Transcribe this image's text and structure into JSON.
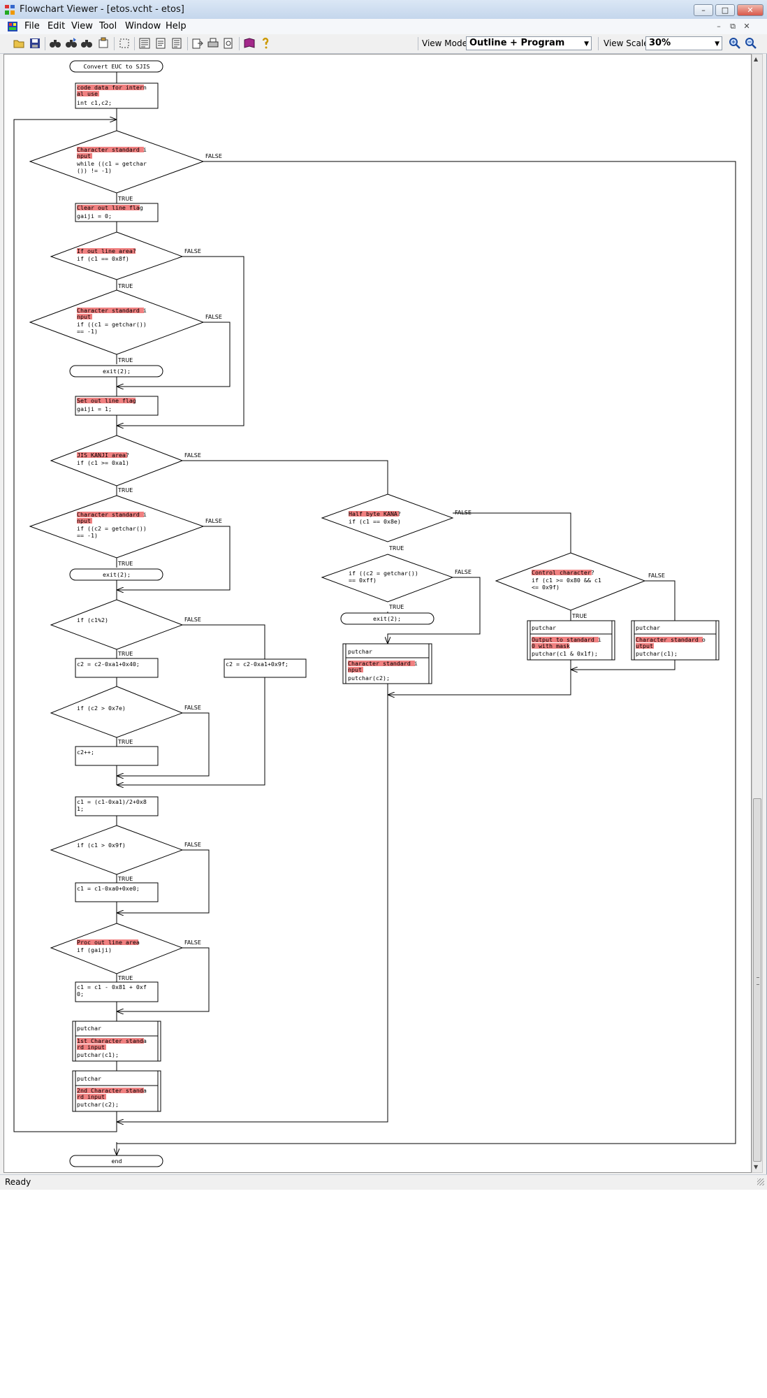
{
  "window": {
    "title": "Flowchart Viewer - [etos.vcht - etos]",
    "minimize_icon": "minimize-icon",
    "maximize_icon": "maximize-icon",
    "close_icon": "close-icon"
  },
  "menu": {
    "items": [
      "File",
      "Edit",
      "View",
      "Tool",
      "Window",
      "Help"
    ]
  },
  "toolbar": {
    "view_mode_label": "View Mode",
    "view_mode_value": "Outline + Program",
    "view_scale_label": "View Scale",
    "view_scale_value": "30%",
    "icons": [
      "open-icon",
      "save-icon",
      "find-icon",
      "find-next-icon",
      "replace-icon",
      "properties-icon",
      "select-icon",
      "outline-icon",
      "page-icon",
      "page-program-icon",
      "export-icon",
      "print-icon",
      "print-preview-icon",
      "book-icon",
      "help-icon",
      "zoom-in-icon",
      "zoom-out-icon"
    ]
  },
  "status": {
    "text": "Ready"
  },
  "flowchart": {
    "terminals": {
      "start": "Convert EUC to SJIS",
      "exit1": "exit(2);",
      "exit2": "exit(2);",
      "exit3": "exit(2);",
      "end": "end"
    },
    "branch": {
      "true": "TRUE",
      "false": "FALSE"
    },
    "nodes": {
      "decl_comment1": "code data for intern",
      "decl_comment2": "al use",
      "decl_code": "int c1,c2;",
      "while_c1": "Character standard i",
      "while_c2": "nput",
      "while_code1": "while ((c1 = getchar",
      "while_code2": "()) != -1)",
      "clear_comment": "Clear out line flag",
      "clear_code": "gaiji = 0;",
      "outline_c": "If out line area?",
      "outline_code": "if (c1 == 0x8f)",
      "in1_c1": "Character standard i",
      "in1_c2": "nput",
      "in1_code1": "if ((c1 = getchar())",
      "in1_code2": " == -1)",
      "set_comment": "Set out line flag",
      "set_code": "gaiji = 1;",
      "jis_c": "JIS KANJI area?",
      "jis_code": "if (c1 >= 0xa1)",
      "in2_c1": "Character standard i",
      "in2_c2": "nput",
      "in2_code1": "if ((c2 = getchar())",
      "in2_code2": " == -1)",
      "odd_code": "if (c1%2)",
      "c2a_code": "c2 = c2-0xa1+0x40;",
      "c2b_code": "c2 = c2-0xa1+0x9f;",
      "c2gt_code": "if (c2 > 0x7e)",
      "c2inc_code": "c2++;",
      "c1calc_code1": "c1 = (c1-0xa1)/2+0x8",
      "c1calc_code2": "1;",
      "c1gt_code": "if (c1 > 0x9f)",
      "c1adj_code": "c1 = c1-0xa0+0xe0;",
      "proc_c": "Proc out line area",
      "proc_code": "if (gaiji)",
      "c1sub_code1": "c1 = c1 - 0x81 + 0xf",
      "c1sub_code2": "0;",
      "put1_head": "putchar",
      "put1_c1": "1st Character standa",
      "put1_c2": "rd input",
      "put1_code": "putchar(c1);",
      "put2_head": "putchar",
      "put2_c1": "2nd Character standa",
      "put2_c2": "rd input",
      "put2_code": "putchar(c2);",
      "kana_c": "Half byte KANA?",
      "kana_code": "if (c1 == 0x8e)",
      "ff_code1": "if ((c2 = getchar())",
      "ff_code2": " == 0xff)",
      "put3_head": "putchar",
      "put3_c1": "Character standard i",
      "put3_c2": "nput",
      "put3_code": "putchar(c2);",
      "ctrl_c": "Control character?",
      "ctrl_code1": "if (c1 >= 0x80 && c1",
      "ctrl_code2": " <= 0x9f)",
      "put4_head": "putchar",
      "put4_c1": "Output to standard i",
      "put4_c2": "0 with mask",
      "put4_code": "putchar(c1 & 0x1f);",
      "put5_head": "putchar",
      "put5_c1": "Character standard o",
      "put5_c2": "utput",
      "put5_code": "putchar(c1);"
    }
  }
}
